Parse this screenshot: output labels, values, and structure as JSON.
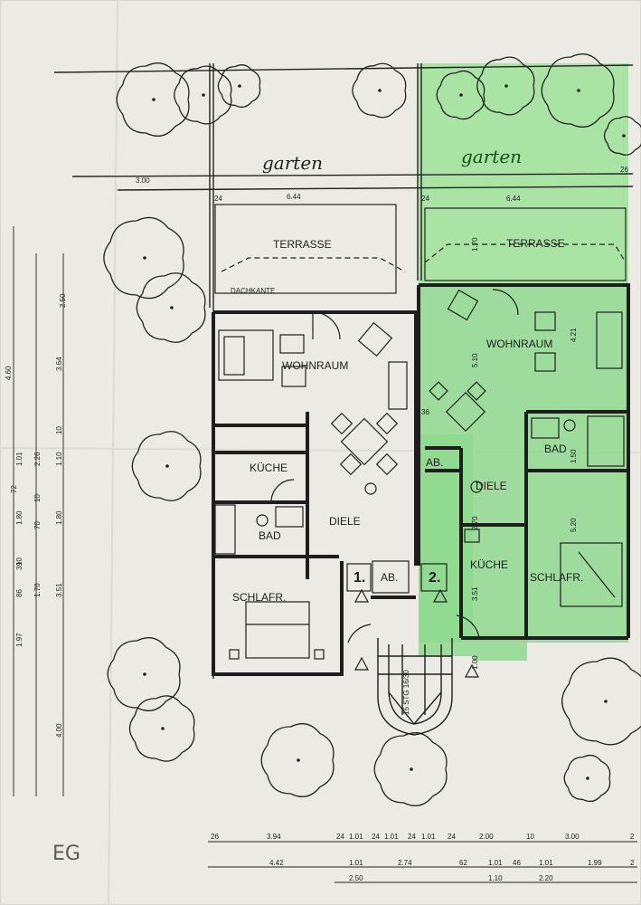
{
  "plan": {
    "sheet_label": "EG",
    "left_unit": {
      "garden": "garten",
      "terrace": "TERRASSE",
      "roof_edge": "DACHKANTE",
      "living": "WOHNRAUM",
      "kitchen": "KÜCHE",
      "hall": "DIELE",
      "bath": "BAD",
      "bedroom": "SCHLAFR.",
      "storage": "AB.",
      "unit_number": "1."
    },
    "right_unit": {
      "garden": "garten",
      "terrace": "TERRASSE",
      "living": "WOHNRAUM",
      "bath": "BAD",
      "storage": "AB.",
      "hall": "DIELE",
      "kitchen": "KÜCHE",
      "bedroom": "SCHLAFR.",
      "unit_number": "2."
    },
    "highlight_color": "#8fd98f",
    "line_color": "#1e1e1e"
  },
  "dimensions": {
    "top_left": "3.00",
    "top_width_left": "6.44",
    "top_width_right": "6.44",
    "top_right_small": "26",
    "wall_left": "24",
    "wall_right": "24",
    "terrace_depth": "1.70",
    "living_width_right": "4.21",
    "living_depth_right": "5.10",
    "bath_right": "1.50",
    "bed_right": "5.20",
    "hall_right": "2.70",
    "kitchen_right": "3.51",
    "stair_width": "1.00",
    "stair_steps": "15 STG 16/30",
    "angle_36": "36",
    "left_dims": [
      "4.60",
      "2.50",
      "3.64",
      "10",
      "1.01",
      "2.26",
      "1.10",
      "72",
      "10",
      "1.80",
      "70",
      "1.80",
      "10",
      "39",
      "86",
      "1.70",
      "3.51",
      "1.97",
      "4.00"
    ],
    "bottom_row1": [
      "26",
      "3.94",
      "24",
      "1.01",
      "24",
      "1.01",
      "24",
      "1.01",
      "24",
      "2.00",
      "10",
      "3.00",
      "2"
    ],
    "bottom_row2": [
      "4.42",
      "1.01",
      "2.74",
      "62",
      "1.01",
      "46",
      "1.01",
      "1.99",
      "2"
    ],
    "bottom_row3": [
      "2.50",
      "1.10",
      "2.20"
    ]
  }
}
